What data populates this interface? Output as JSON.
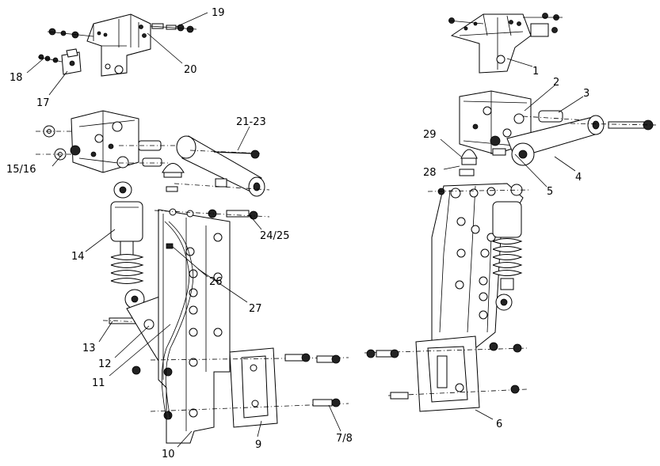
{
  "labels": {
    "p1": "1",
    "p2": "2",
    "p3": "3",
    "p4": "4",
    "p5": "5",
    "p6": "6",
    "p78": "7/8",
    "p9": "9",
    "p10": "10",
    "p11": "11",
    "p12": "12",
    "p13": "13",
    "p14": "14",
    "p1516": "15/16",
    "p17": "17",
    "p18": "18",
    "p19": "19",
    "p20": "20",
    "p2123": "21-23",
    "p2425": "24/25",
    "p26": "26",
    "p27": "27",
    "p28": "28",
    "p29": "29"
  }
}
